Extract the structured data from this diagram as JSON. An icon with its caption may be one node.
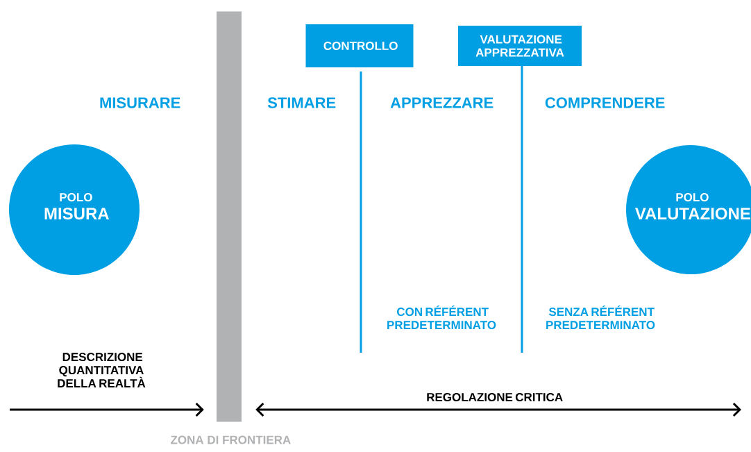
{
  "diagram": {
    "nodes": [
      {
        "text": [
          "CONTROLLO"
        ]
      },
      {
        "text": [
          "VALUTAZIONE APPREZZATIVA"
        ]
      },
      {
        "text": [
          "POLO",
          "MISURA"
        ]
      },
      {
        "text": [
          "POLO",
          "VALUTAZIONE"
        ]
      },
      {
        "text": [
          "ZONA DI FRONTIERA"
        ]
      }
    ],
    "edges": [
      {
        "from": null,
        "to": 4,
        "arrow": "to",
        "label": "DESCRIZIONE QUANTITATIVA DELLA REALTÀ"
      },
      {
        "from": 4,
        "to": null,
        "arrow": "both",
        "label": "REGOLAZIONE CRITICA"
      }
    ],
    "labels": [
      "MISURARE",
      "STIMARE",
      "APPREZZARE",
      "COMPRENDERE",
      "CON RÉFÉRENT PREDETERMINATO",
      "SENZA RÉFÉRENT PREDETERMINATO"
    ]
  }
}
